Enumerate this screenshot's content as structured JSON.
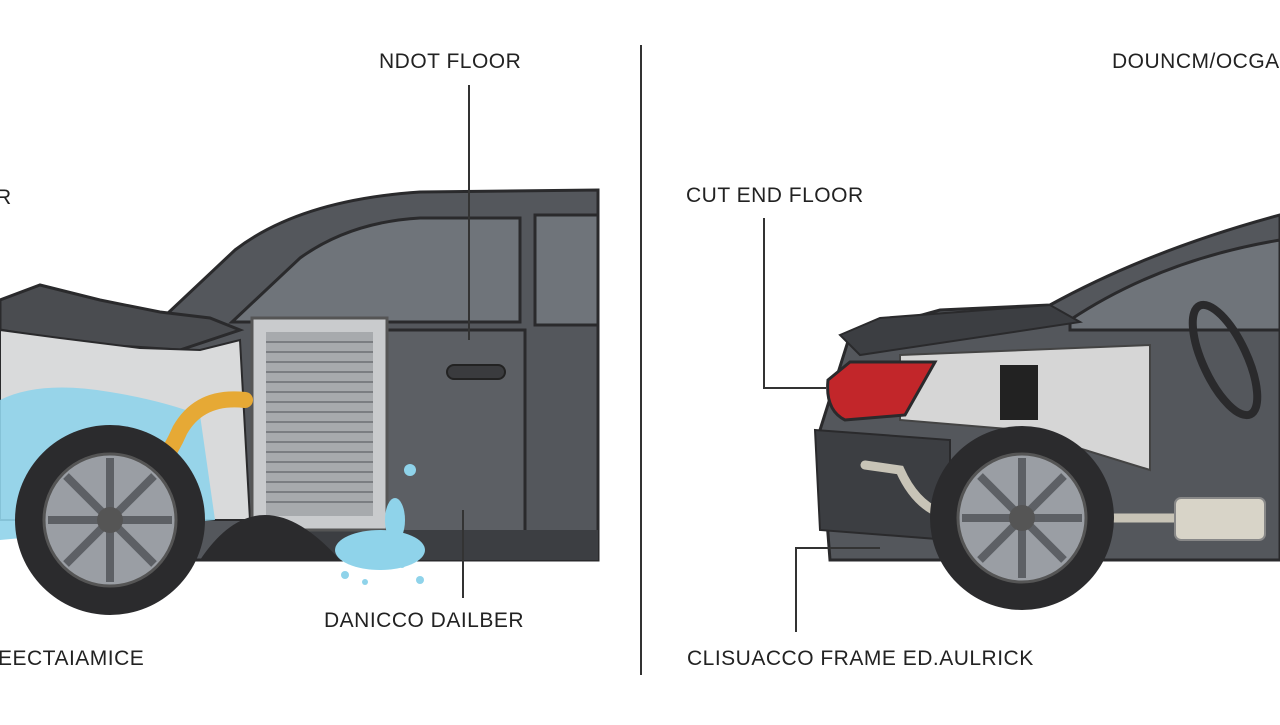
{
  "labels": {
    "top_left": "NDOT FLOOR",
    "left_edge": "R",
    "top_right": "DOUNCM/OCGAUX",
    "mid_right": "CUT END FLOOR",
    "bottom_mid": "DANICCO DAILBER",
    "bottom_left": "EECTAIAMICE",
    "bottom_right": "CLISUACCO FRAME ED.AULRICK"
  },
  "colors": {
    "body_paint": "#54575c",
    "window_glass": "#6f747a",
    "tire": "#2b2b2d",
    "rim": "#9a9ea4",
    "radiator": "#c9cbcd",
    "fluid": "#8fd3ea",
    "hose": "#e6a935",
    "tail_light": "#c2262a",
    "exposed_panel": "#d6d6d6"
  }
}
